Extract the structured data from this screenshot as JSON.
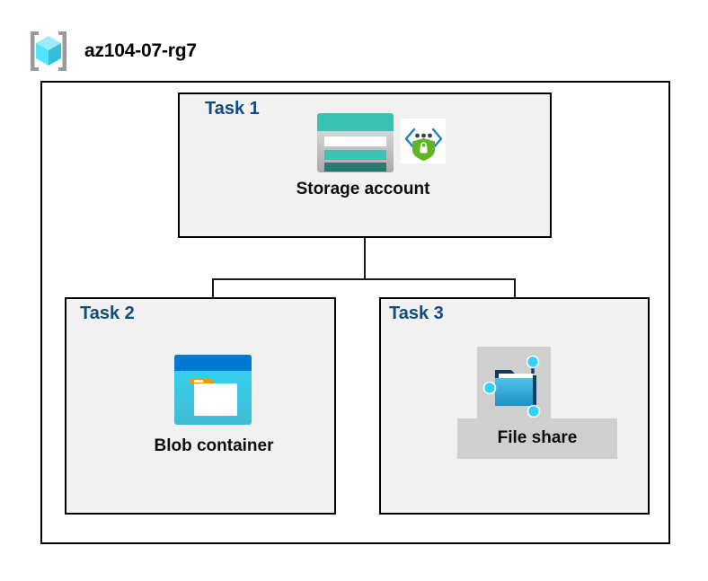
{
  "diagram": {
    "resource_group": {
      "icon": "resource-group-cube-icon",
      "name": "az104-07-rg7"
    },
    "boundary_label": "",
    "tasks": [
      {
        "id": "task1",
        "label": "Task 1",
        "node_caption": "Storage account",
        "icons": [
          "storage-account-icon",
          "secure-endpoint-shield-icon"
        ],
        "selected": false
      },
      {
        "id": "task2",
        "label": "Task 2",
        "node_caption": "Blob container",
        "icons": [
          "blob-container-icon"
        ],
        "selected": false
      },
      {
        "id": "task3",
        "label": "Task 3",
        "node_caption": "File share",
        "icons": [
          "file-share-icon"
        ],
        "selected": true
      }
    ],
    "connections": [
      {
        "from": "Storage account",
        "to": "Blob container"
      },
      {
        "from": "Storage account",
        "to": "File share"
      }
    ],
    "colors": {
      "task_label": "#104a7e",
      "box_fill": "#f1f1f1",
      "box_border": "#000000",
      "connector": "#1a1a1a",
      "selection_highlight": "#cfcfcf",
      "storage_teal": "#37c2b1",
      "storage_teal_dark": "#257b72",
      "blob_blue": "#0078d4",
      "blob_cyan": "#32d4f5",
      "blob_orange": "#f7941e",
      "shield_green": "#5fb624",
      "node_blue": "#32bedd",
      "cube_cyan": "#50e6ff"
    }
  }
}
